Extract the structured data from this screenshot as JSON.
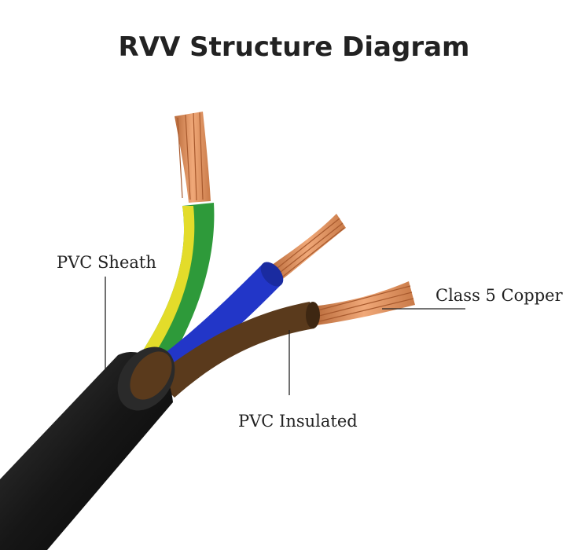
{
  "title": "RVV Structure Diagram",
  "labels": {
    "pvc_sheath": "PVC Sheath",
    "class5_copper": "Class 5 Copper",
    "pvc_insulated": "PVC Insulated"
  },
  "colors": {
    "sheath": "#1c1c1c",
    "earth_green": "#2e9a3a",
    "earth_yellow": "#e3dc2a",
    "blue_core": "#2236c8",
    "brown_core": "#5a3a1c",
    "copper": "#d98a55"
  }
}
